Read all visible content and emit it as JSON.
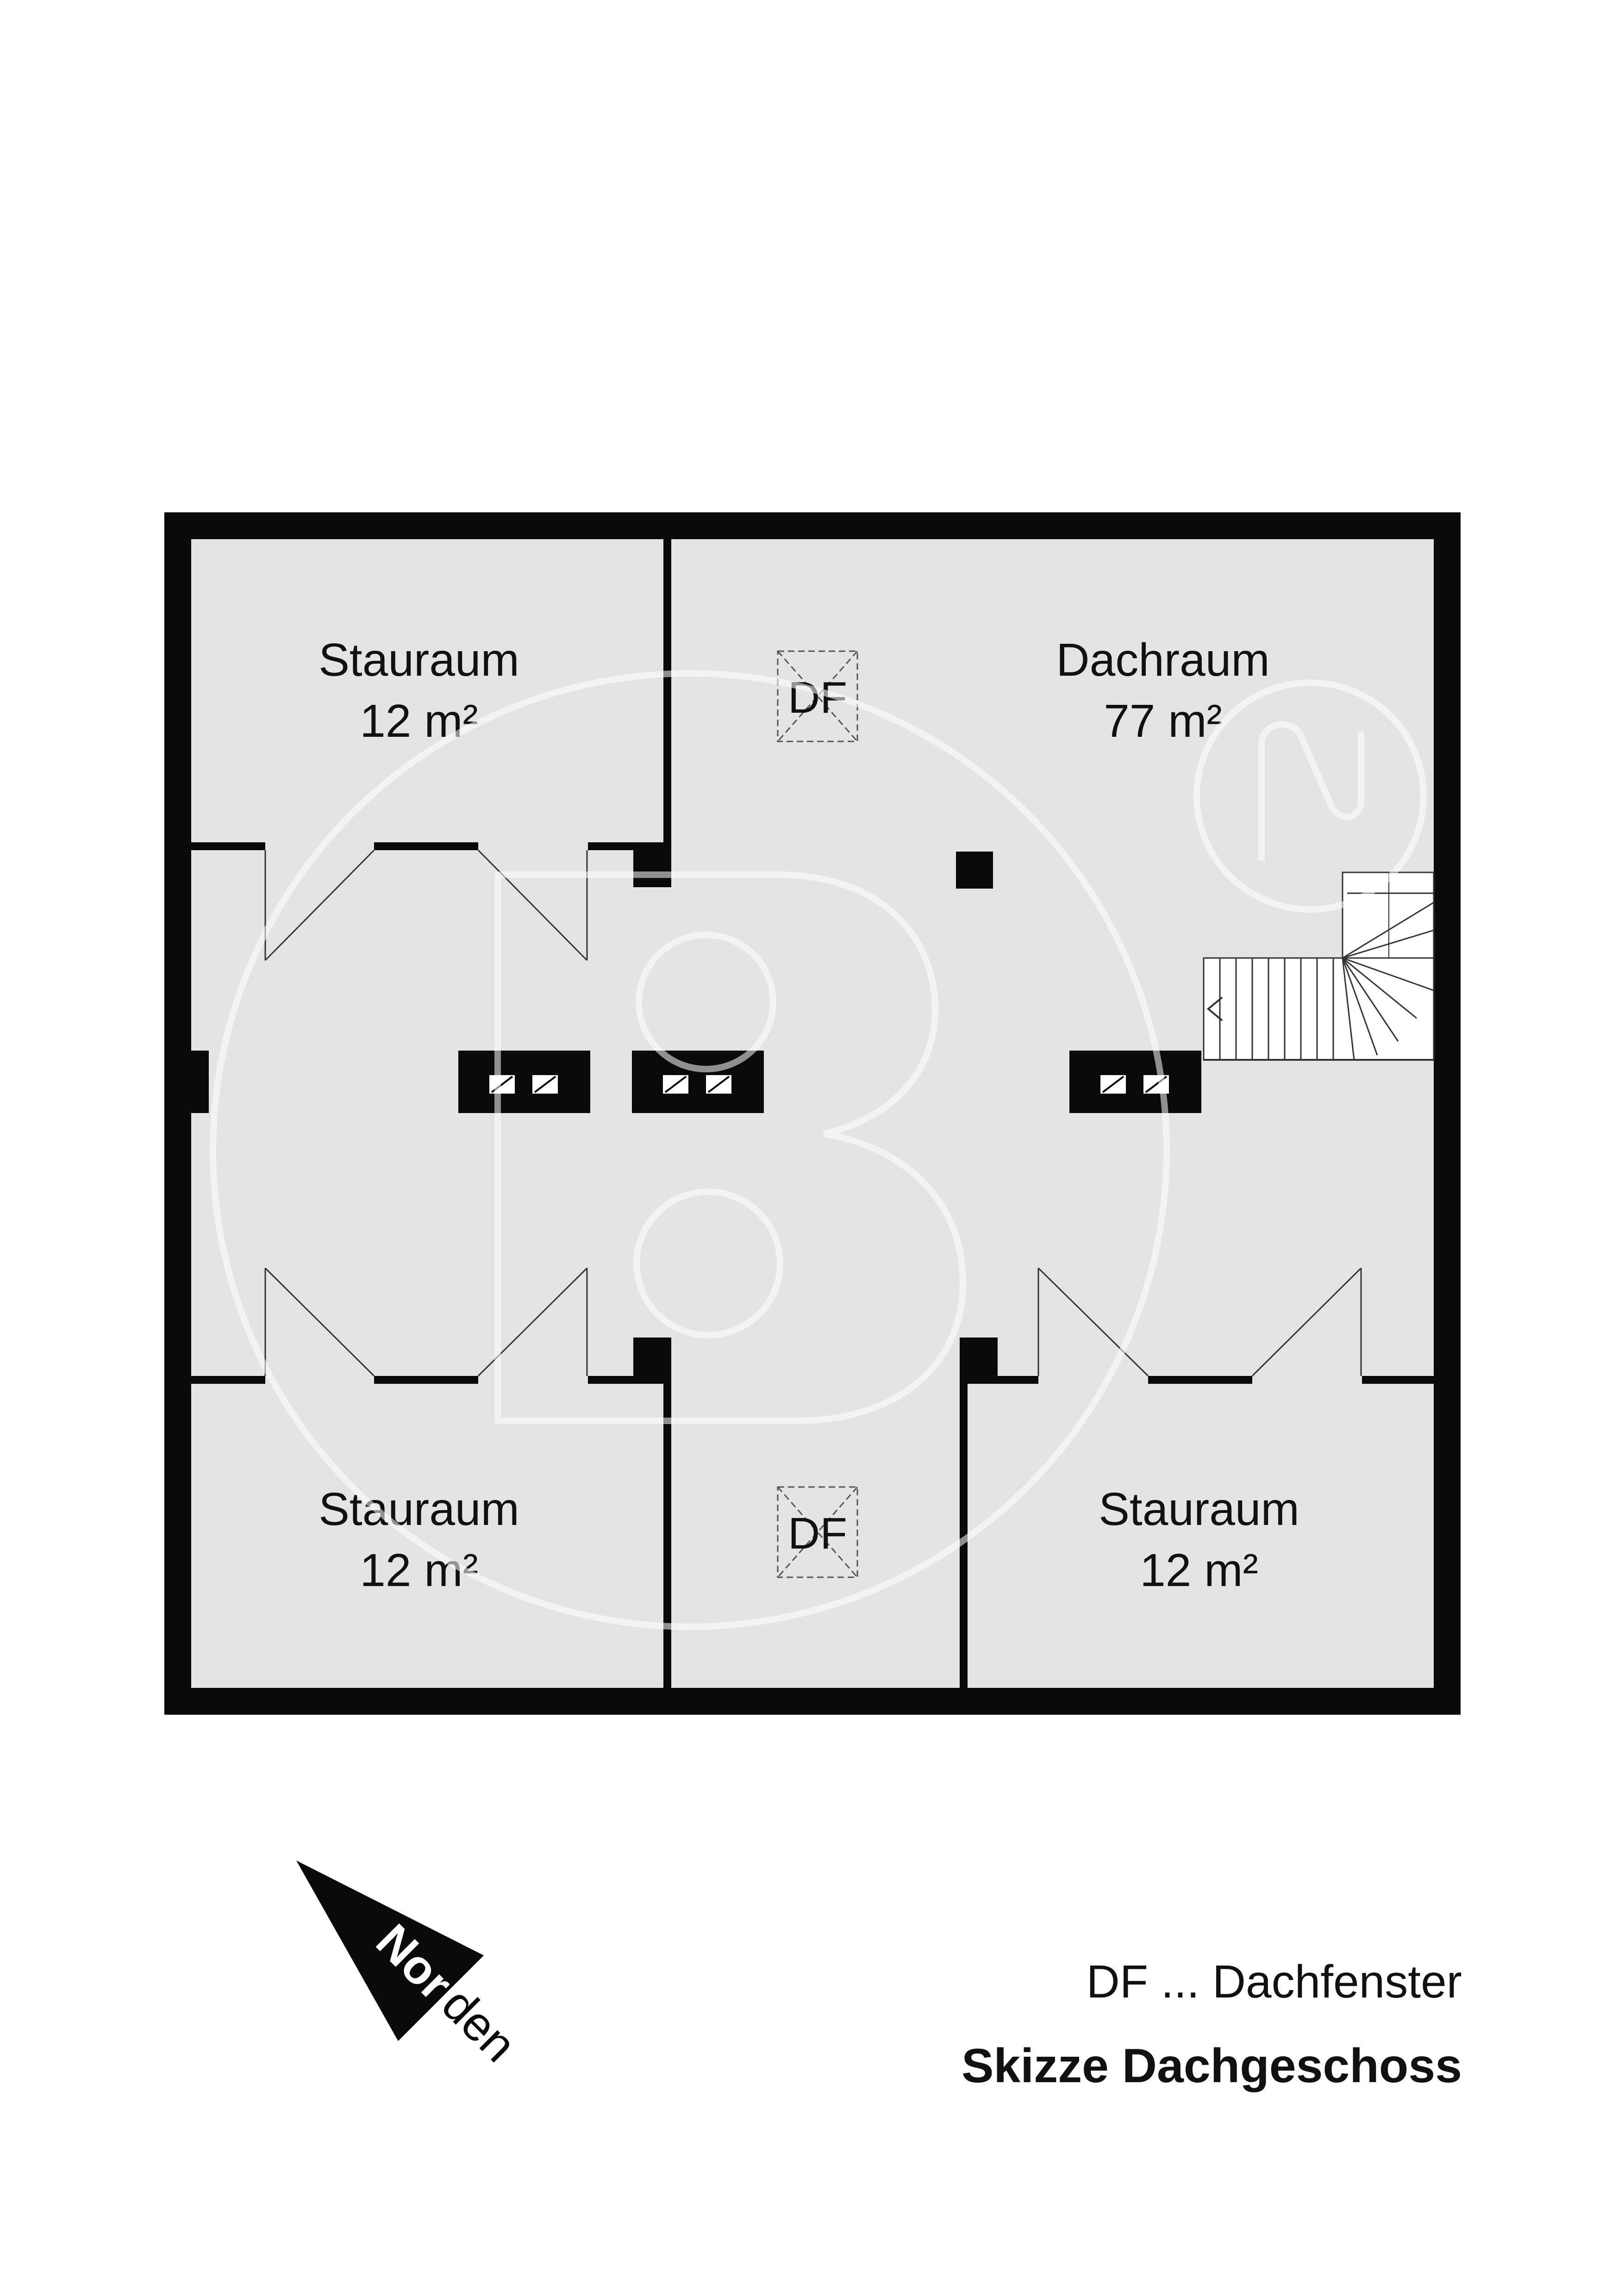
{
  "colors": {
    "wall": "#0a0a0a",
    "floor": "#e4e4e4",
    "watermark": "#ffffff",
    "background": "#ffffff"
  },
  "rooms": {
    "storage_top_left": {
      "name": "Stauraum",
      "area": "12 m²"
    },
    "attic": {
      "name": "Dachraum",
      "area": "77 m²"
    },
    "storage_bottom_left": {
      "name": "Stauraum",
      "area": "12 m²"
    },
    "storage_bottom_right": {
      "name": "Stauraum",
      "area": "12 m²"
    }
  },
  "skylights": {
    "top": "DF",
    "bottom": "DF"
  },
  "north_arrow": {
    "label_inside": "Nor",
    "label_outside": "den"
  },
  "legend": {
    "df": "DF ... Dachfenster",
    "title": "Skizze Dachgeschoss"
  }
}
